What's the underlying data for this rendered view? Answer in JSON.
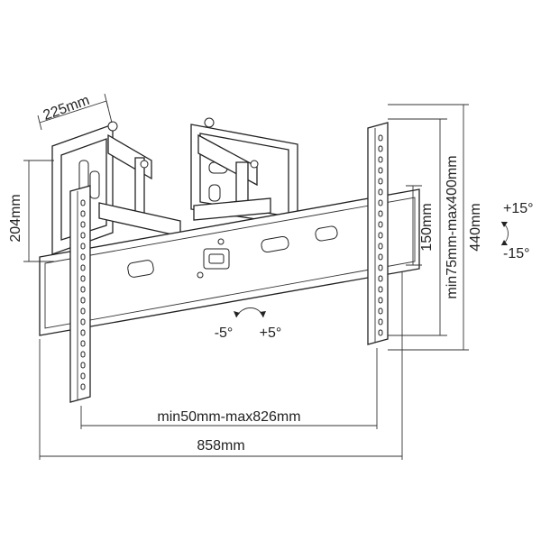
{
  "dimensions": {
    "arm_depth": "225mm",
    "wall_plate_height": "204mm",
    "center_hole_spacing": "150mm",
    "vertical_hole_range": "min75mm-max400mm",
    "max_height": "440mm",
    "horizontal_hole_range": "min50mm-max826mm",
    "total_width": "858mm"
  },
  "tilt": {
    "up": "+15°",
    "down": "-15°"
  },
  "swivel": {
    "left": "-5°",
    "right": "+5°"
  },
  "colors": {
    "line": "#222222",
    "background": "#ffffff"
  }
}
